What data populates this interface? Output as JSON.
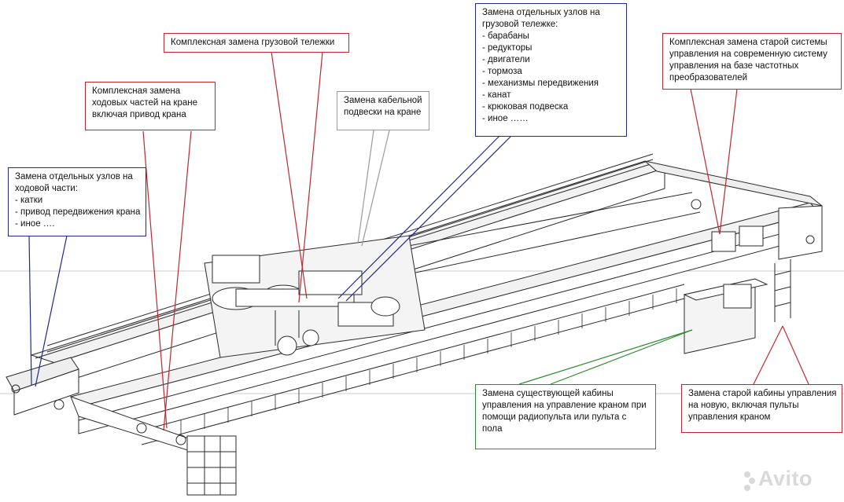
{
  "callouts": {
    "trolley_full": {
      "lines": [
        "Комплексная замена грузовой тележки"
      ]
    },
    "running_gear_full": {
      "lines": [
        "Комплексная замена",
        "ходовых частей на кране",
        "включая привод крана"
      ]
    },
    "running_parts": {
      "lines": [
        "Замена отдельных узлов  на",
        "ходовой части:",
        "- катки",
        "- привод передвижения крана",
        "- иное …."
      ]
    },
    "cable_suspension": {
      "lines": [
        "Замена кабельной",
        "подвески на кране"
      ]
    },
    "trolley_parts": {
      "lines": [
        "Замена отдельных узлов на",
        "грузовой тележке:",
        "- барабаны",
        "- редукторы",
        "- двигатели",
        "- тормоза",
        "- механизмы передвижения",
        "- канат",
        "- крюковая подвеска",
        "- иное ……"
      ]
    },
    "control_system": {
      "lines": [
        "Комплексная замена старой системы",
        "управления на современную систему",
        "управления на базе частотных",
        "преобразователей"
      ]
    },
    "cabin_radio": {
      "lines": [
        "Замена существующей кабины",
        "управления на управление краном при",
        "помощи радиопульта или пульта с",
        "пола"
      ]
    },
    "cabin_new": {
      "lines": [
        "Замена старой кабины управления",
        "на новую, включая пульты",
        "управления краном"
      ]
    }
  },
  "colors": {
    "red": "#c0272d",
    "blue": "#1f2a8c",
    "grey": "#9a9a9a",
    "green": "#2e8b2e",
    "drawing": "#2a2a2a"
  },
  "watermark": {
    "text": "Avito"
  }
}
